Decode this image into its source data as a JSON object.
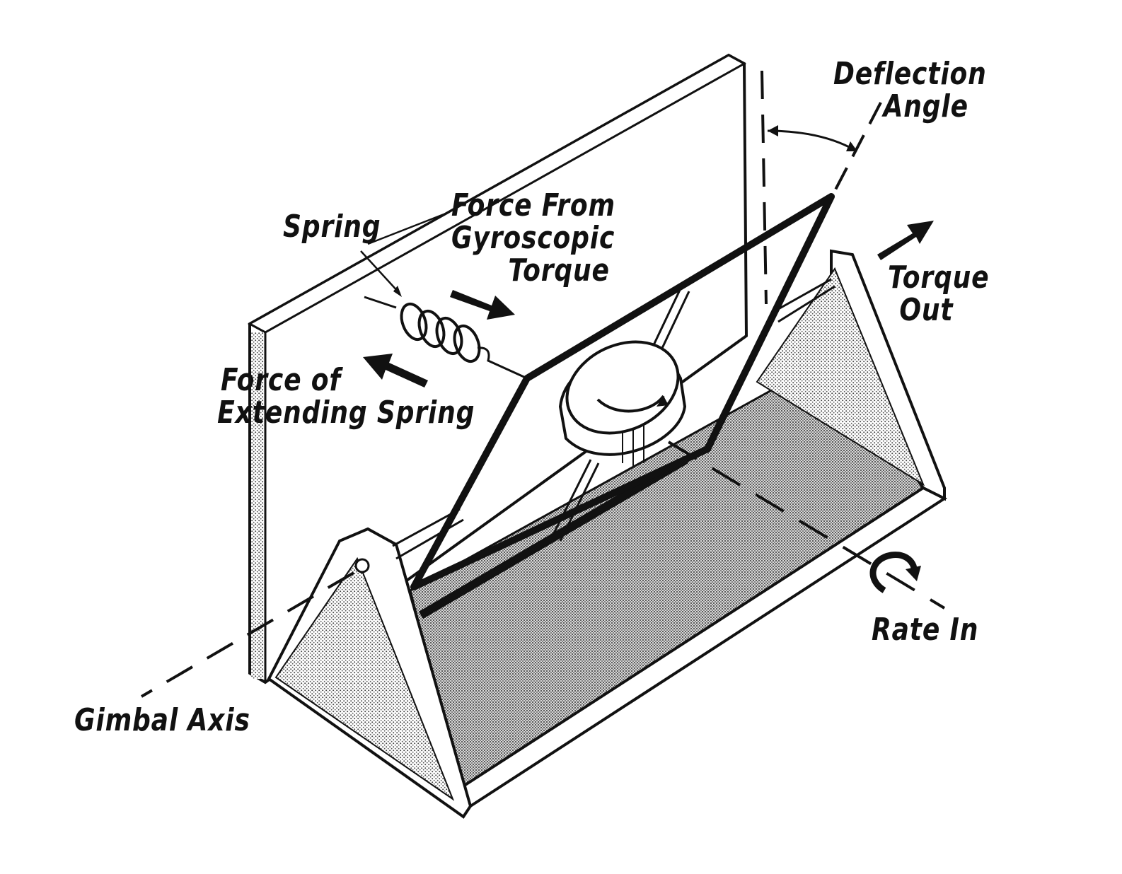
{
  "colors": {
    "ink": "#111111",
    "shade": "#b8b8b8",
    "shade_dark": "#9a9a9a",
    "paper": "#ffffff"
  },
  "labels": {
    "deflection_angle": [
      "Deflection",
      "Angle"
    ],
    "spring": "Spring",
    "force_from_gyroscopic_torque": [
      "Force From",
      "Gyroscopic",
      "Torque"
    ],
    "torque_out": [
      "Torque",
      "Out"
    ],
    "force_of_extending_spring": [
      "Force of",
      "Extending Spring"
    ],
    "rate_in": "Rate In",
    "gimbal_axis": "Gimbal Axis"
  }
}
